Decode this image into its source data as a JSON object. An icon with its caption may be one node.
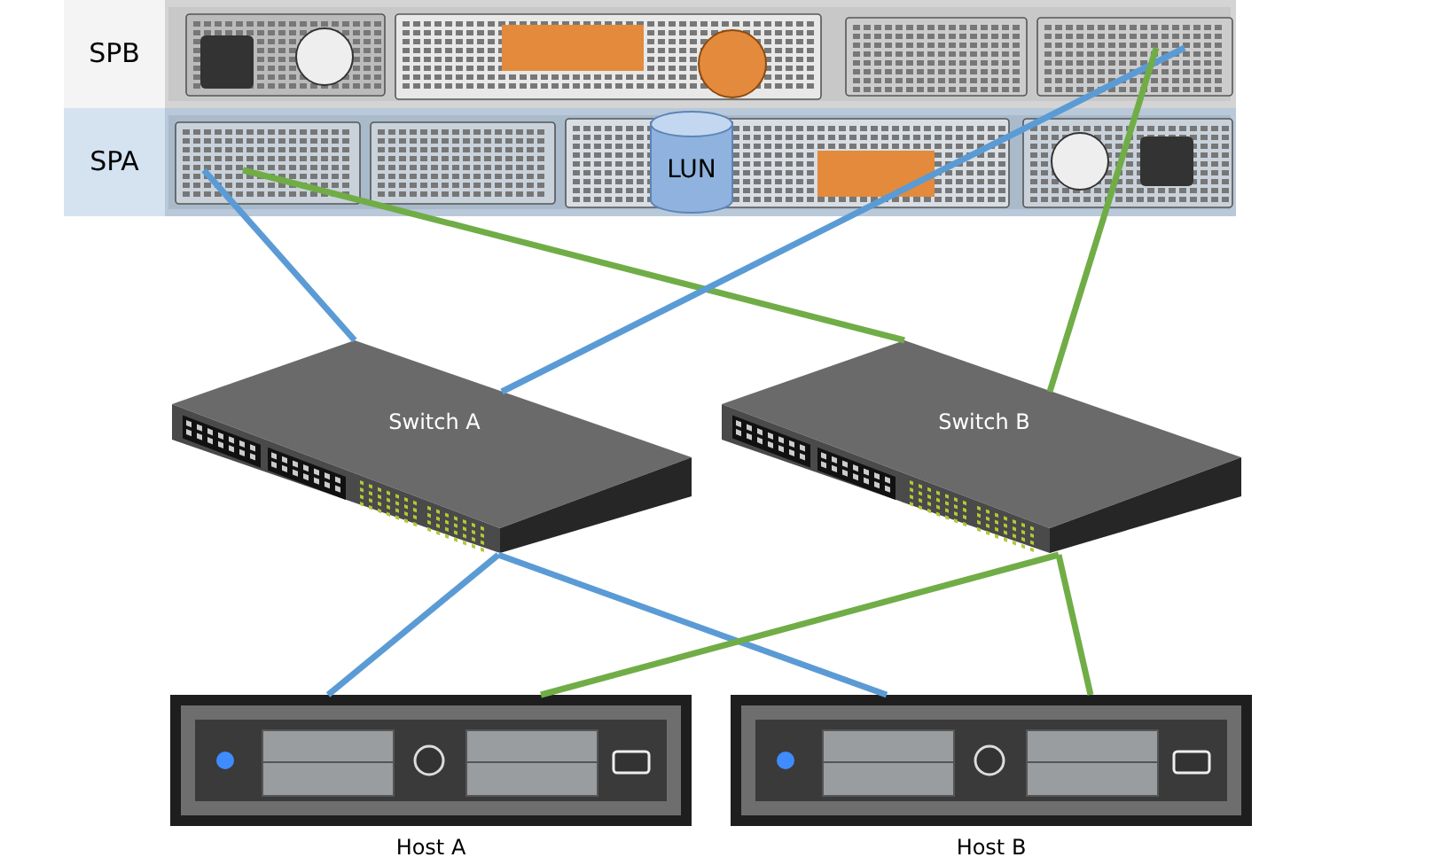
{
  "diagram": {
    "nodes": [
      {
        "text": [
          "SPB"
        ]
      },
      {
        "text": [
          "SPA"
        ]
      },
      {
        "text": [
          "LUN"
        ],
        "in": 1
      },
      {
        "text": [
          "Switch A"
        ]
      },
      {
        "text": [
          "Switch B"
        ]
      },
      {
        "text": [
          "Host A"
        ]
      },
      {
        "text": [
          "Host B"
        ]
      }
    ],
    "edges": [
      {
        "from": 1,
        "to": 3,
        "arrow": "none",
        "color": "#5b9bd5"
      },
      {
        "from": 1,
        "to": 4,
        "arrow": "none",
        "color": "#70ad47"
      },
      {
        "from": 0,
        "to": 3,
        "arrow": "none",
        "color": "#5b9bd5"
      },
      {
        "from": 0,
        "to": 4,
        "arrow": "none",
        "color": "#70ad47"
      },
      {
        "from": 3,
        "to": 5,
        "arrow": "none",
        "color": "#5b9bd5"
      },
      {
        "from": 3,
        "to": 6,
        "arrow": "none",
        "color": "#5b9bd5"
      },
      {
        "from": 4,
        "to": 5,
        "arrow": "none",
        "color": "#70ad47"
      },
      {
        "from": 4,
        "to": 6,
        "arrow": "none",
        "color": "#70ad47"
      }
    ]
  }
}
